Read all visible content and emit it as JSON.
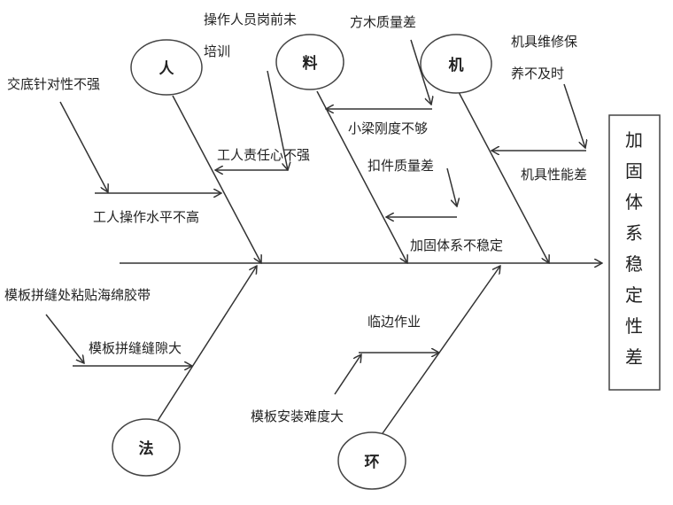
{
  "result": "加固体系稳定性差",
  "categories": {
    "man": "人",
    "material": "料",
    "machine": "机",
    "method": "法",
    "environment": "环"
  },
  "causes": {
    "training": [
      "操作人员岗前未",
      "培训"
    ],
    "briefing": "交底针对性不强",
    "responsibility": "工人责任心不强",
    "skill": "工人操作水平不高",
    "timber": "方木质量差",
    "beam": "小梁刚度不够",
    "fastener": "扣件质量差",
    "unstable": "加固体系不稳定",
    "maintenance": [
      "机具维修保",
      "养不及时"
    ],
    "performance": "机具性能差",
    "tape": "模板拼缝处粘贴海绵胶带",
    "gap": "模板拼缝缝隙大",
    "edge": "临边作业",
    "install": "模板安装难度大"
  },
  "result_chars": [
    "加",
    "固",
    "体",
    "系",
    "稳",
    "定",
    "性",
    "差"
  ]
}
